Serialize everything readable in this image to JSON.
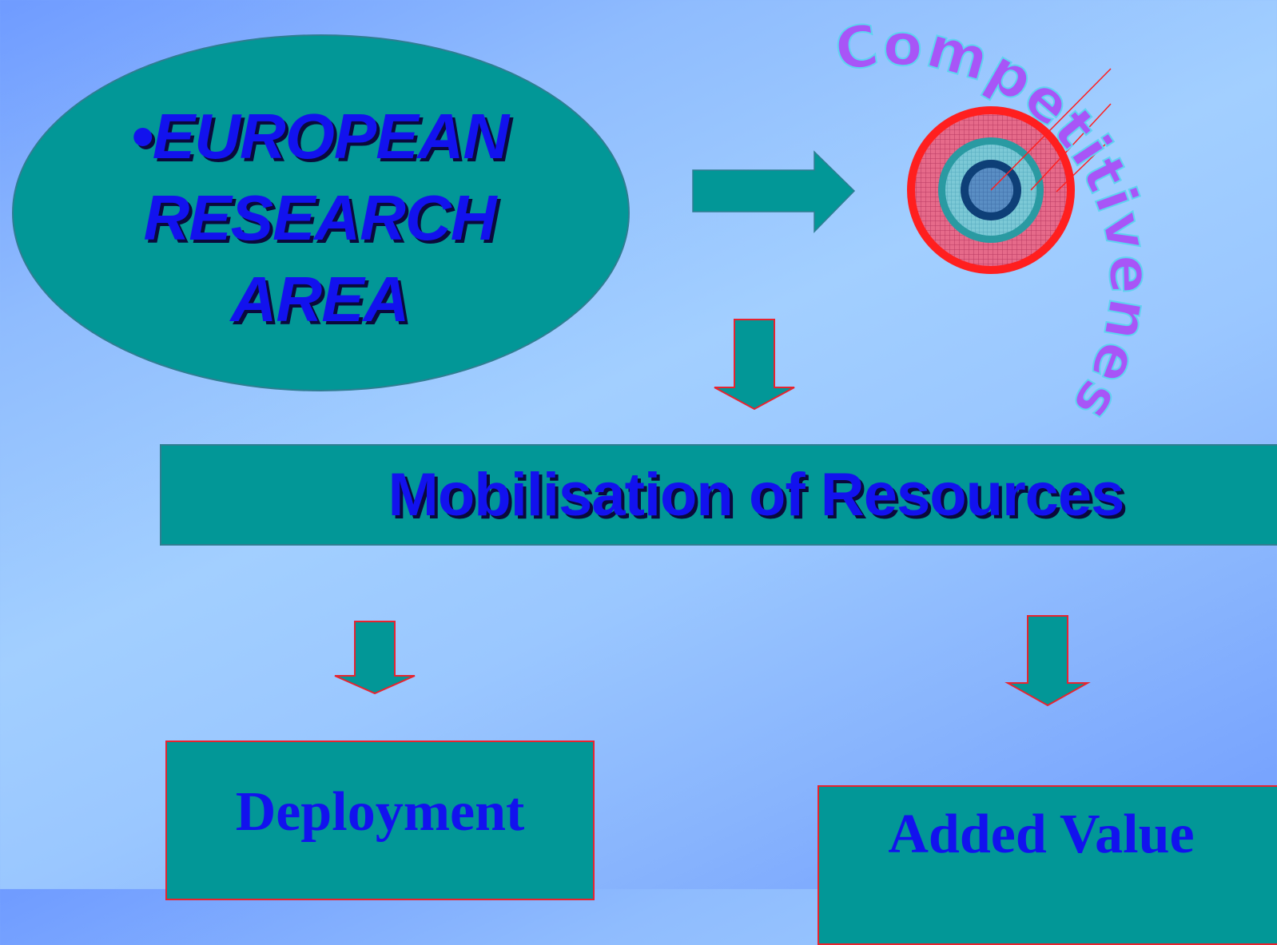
{
  "ellipse": {
    "bullet": "•",
    "lines": [
      "EUROPEAN",
      "RESEARCH",
      "AREA"
    ]
  },
  "arc_label": "Competitiveness",
  "banner": {
    "label": "Mobilisation of Resources"
  },
  "boxes": {
    "deployment": "Deployment",
    "added_value": "Added Value"
  },
  "colors": {
    "teal": "#029797",
    "text_blue": "#1212ee",
    "arc_text": "#a855f7",
    "target_red": "#ff1f1f",
    "arrow_border": "#e8232e"
  },
  "icons": [
    "right-arrow-icon",
    "down-arrow-icon",
    "target-icon"
  ]
}
